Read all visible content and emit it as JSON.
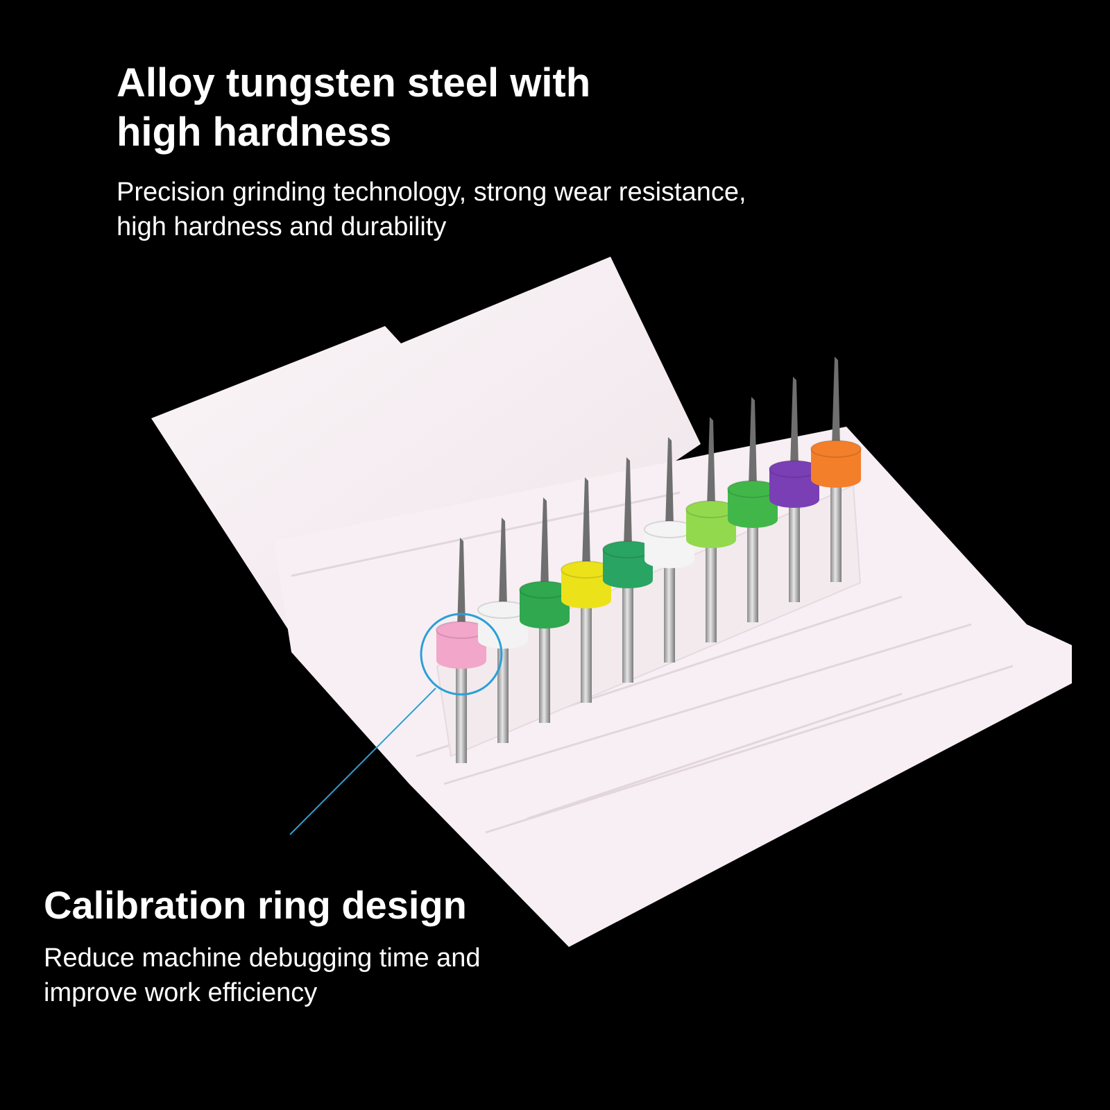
{
  "top_block": {
    "heading_line1": "Alloy tungsten steel with",
    "heading_line2": "high hardness",
    "body_line1": "Precision grinding technology, strong wear resistance,",
    "body_line2": "high hardness and durability"
  },
  "bottom_block": {
    "heading": "Calibration ring design",
    "body_line1": "Reduce machine debugging time and",
    "body_line2": "improve work efficiency"
  },
  "product": {
    "drill_bit_count": 10,
    "ring_colors": [
      "#f2a6c9",
      "#f3f3f3",
      "#2fa84f",
      "#ece21a",
      "#2aa462",
      "#f4f4f4",
      "#93d94e",
      "#41b74a",
      "#7a3fb4",
      "#f47f2a"
    ],
    "callout_color": "#2a9fd8",
    "case_color": "#f6eef2"
  }
}
